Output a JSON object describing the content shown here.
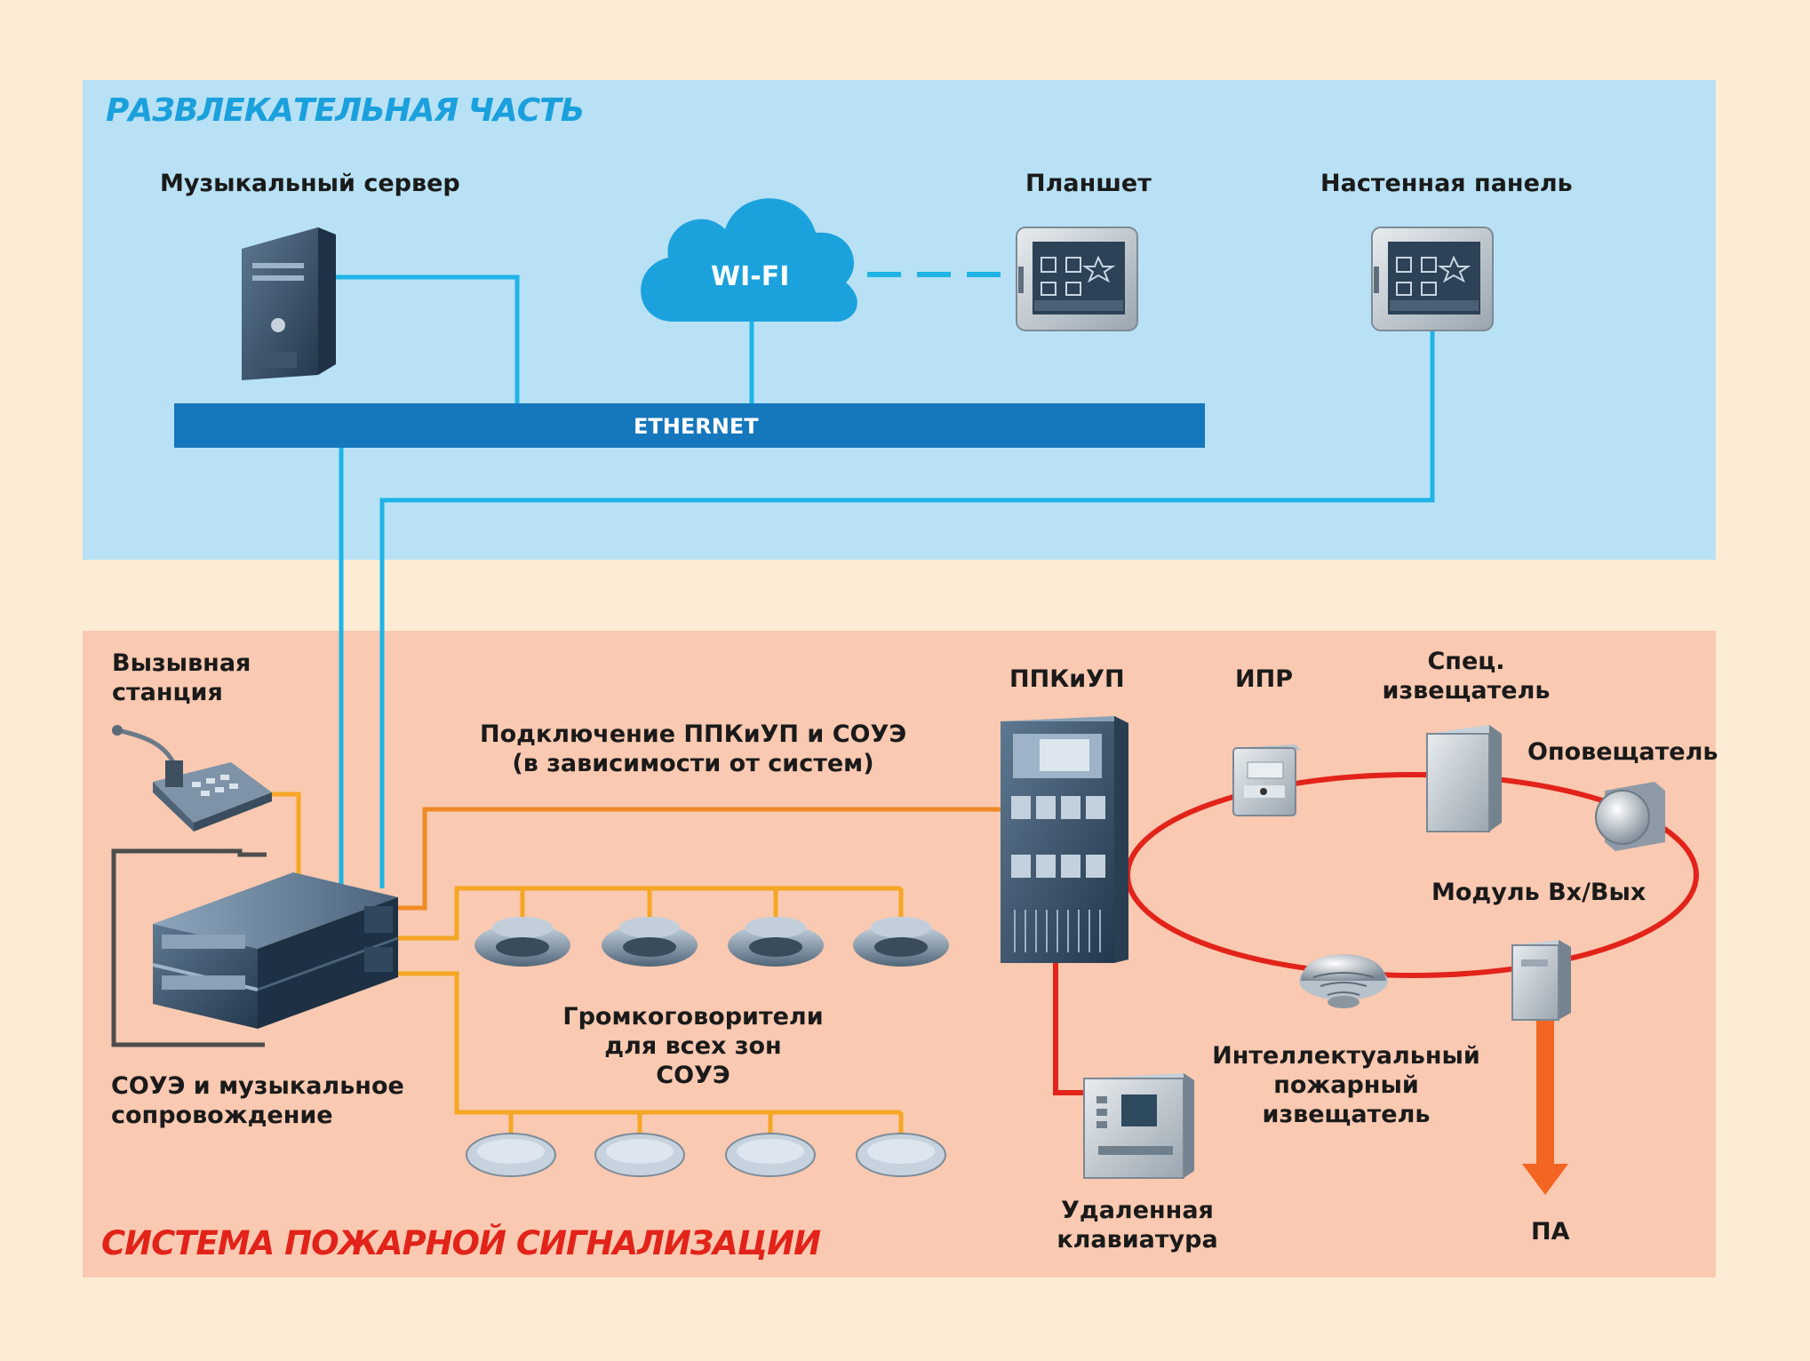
{
  "zones": {
    "entertainment": {
      "title": "РАЗВЛЕКАТЕЛЬНАЯ ЧАСТЬ",
      "color": "#b8e1f5",
      "title_color": "#1aa0dc"
    },
    "fire_alarm": {
      "title": "СИСТЕМА ПОЖАРНОЙ СИГНАЛИЗАЦИИ",
      "color": "#f9c9b1",
      "title_color": "#e2231a"
    }
  },
  "nodes": {
    "music_server": "Музыкальный сервер",
    "wifi": "WI-FI",
    "tablet": "Планшет",
    "wall_panel": "Настенная панель",
    "ethernet": "ETHERNET",
    "call_station": {
      "line1": "Вызывная",
      "line2": "станция"
    },
    "connection_note": {
      "line1": "Подключение ППКиУП и СОУЭ",
      "line2": "(в зависимости от систем)"
    },
    "ppkiup": "ППКиУП",
    "ipr": "ИПР",
    "special_detector": {
      "line1": "Спец.",
      "line2": "извещатель"
    },
    "annunciator": "Оповещатель",
    "io_module": "Модуль Вх/Вых",
    "speakers": {
      "line1": "Громкоговорители",
      "line2": "для всех зон",
      "line3": "СОУЭ"
    },
    "soue": {
      "line1": "СОУЭ и музыкальное",
      "line2": "сопровождение"
    },
    "smart_detector": {
      "line1": "Интеллектуальный",
      "line2": "пожарный",
      "line3": "извещатель"
    },
    "remote_keypad": {
      "line1": "Удаленная",
      "line2": "клавиатура"
    },
    "pa": "ПА"
  },
  "colors": {
    "network_line": "#1fb4e6",
    "ethernet_bar": "#1577bc",
    "audio_line": "#f5a623",
    "control_line": "#f08a24",
    "fire_loop": "#e2231a",
    "output_arrow": "#f26522"
  },
  "icons": {
    "music_server": "tower-server-icon",
    "wifi": "cloud-icon",
    "tablet": "touch-panel-icon",
    "wall_panel": "touch-panel-icon",
    "call_station": "microphone-console-icon",
    "soue": "rack-amplifier-icon",
    "ppkiup": "fire-control-panel-icon",
    "ipr": "manual-call-point-icon",
    "special_detector": "special-detector-icon",
    "annunciator": "sounder-icon",
    "io_module": "io-module-icon",
    "smart_detector": "smoke-detector-icon",
    "remote_keypad": "keypad-icon",
    "speakers": "ceiling-speaker-icon"
  }
}
